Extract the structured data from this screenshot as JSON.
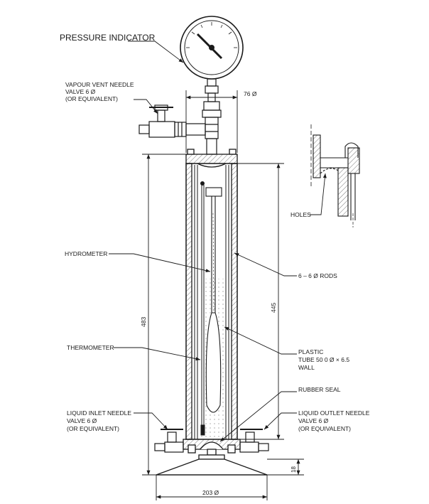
{
  "labels": {
    "pressure_indicator": "PRESSURE INDICATOR",
    "vapour_vent_1": "VAPOUR VENT NEEDLE",
    "vapour_vent_2": "VALVE 6 Ø",
    "vapour_vent_3": "(OR EQUIVALENT)",
    "holes": "HOLES",
    "hydrometer": "HYDROMETER",
    "rods": "6 – 6 Ø RODS",
    "thermometer": "THERMOMETER",
    "plastic_1": "PLASTIC",
    "plastic_2": "TUBE 50 0 Ø × 6.5",
    "plastic_3": "WALL",
    "rubber_seal": "RUBBER SEAL",
    "inlet_1": "LIQUID INLET NEEDLE",
    "inlet_2": "VALVE 6 Ø",
    "inlet_3": "(OR EQUIVALENT)",
    "outlet_1": "LIQUID OUTLET NEEDLE",
    "outlet_2": "VALVE 6 Ø",
    "outlet_3": "(OR EQUIVALENT)"
  },
  "dimensions": {
    "top_dia": "76 Ø",
    "left_height": "483",
    "right_height": "445",
    "base_thick": "18",
    "base_dia": "203 Ø"
  }
}
